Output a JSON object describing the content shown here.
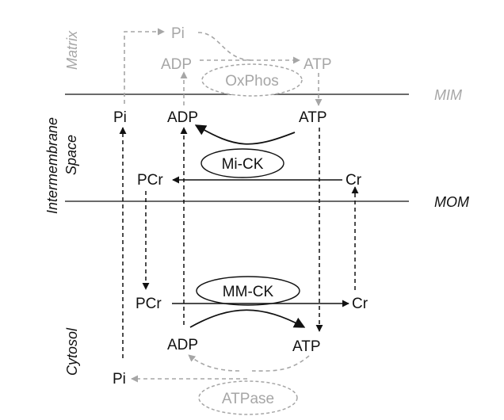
{
  "colors": {
    "primary": "#111111",
    "faded": "#a6a6a6"
  },
  "regions": {
    "matrix": "Matrix",
    "intermembrane_line1": "Intermembrane",
    "intermembrane_line2": "Space",
    "cytosol": "Cytosol"
  },
  "membranes": {
    "inner": "MIM",
    "outer": "MOM"
  },
  "matrix": {
    "pi": "Pi",
    "adp": "ADP",
    "atp": "ATP",
    "oxphos": "OxPhos"
  },
  "intermembrane": {
    "pi": "Pi",
    "adp": "ADP",
    "atp": "ATP",
    "enzyme": "Mi-CK",
    "pcr": "PCr",
    "cr": "Cr"
  },
  "cytosol": {
    "enzyme": "MM-CK",
    "pcr": "PCr",
    "cr": "Cr",
    "adp": "ADP",
    "atp": "ATP",
    "pi": "Pi",
    "atpase": "ATPase"
  }
}
